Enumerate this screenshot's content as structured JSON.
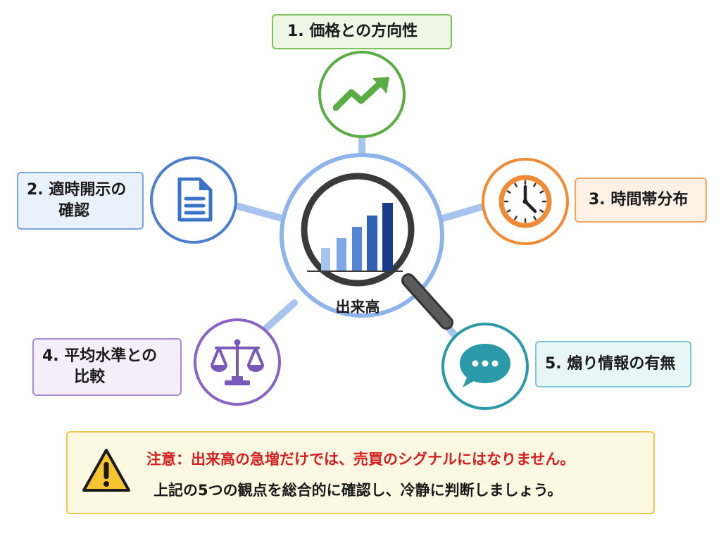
{
  "hub": {
    "label": "出来高",
    "icon": "magnifier-bar-chart-icon"
  },
  "nodes": [
    {
      "id": "1",
      "lines": [
        "1.  価格との方向性"
      ],
      "icon": "trend-up-arrow-icon",
      "color": "#5aac44",
      "fill": "#eef7e6"
    },
    {
      "id": "2",
      "lines": [
        "2. 適時開示の",
        "確認"
      ],
      "icon": "document-icon",
      "color": "#4a7fd0",
      "fill": "#e9f1fb"
    },
    {
      "id": "3",
      "lines": [
        "3. 時間帯分布"
      ],
      "icon": "clock-icon",
      "color": "#f08a34",
      "fill": "#fdf0e4"
    },
    {
      "id": "4",
      "lines": [
        "4. 平均水準との",
        "比較"
      ],
      "icon": "balance-scale-icon",
      "color": "#8a64c4",
      "fill": "#f3eefa"
    },
    {
      "id": "5",
      "lines": [
        "5. 煽り情報の有無"
      ],
      "icon": "chat-bubble-icon",
      "color": "#2a9aa8",
      "fill": "#e9f6f7"
    }
  ],
  "warning": {
    "icon": "warning-triangle-icon",
    "line1": "注意：出来高の急増だけでは、売買のシグナルにはなりません。",
    "line2": "上記の5つの観点を総合的に確認し、冷静に判断しましょう。"
  },
  "colors": {
    "hub": "#8fb4ec",
    "connector": "#a8c4ee",
    "warning_text": "#d42020",
    "warning_border": "#f0c550"
  }
}
